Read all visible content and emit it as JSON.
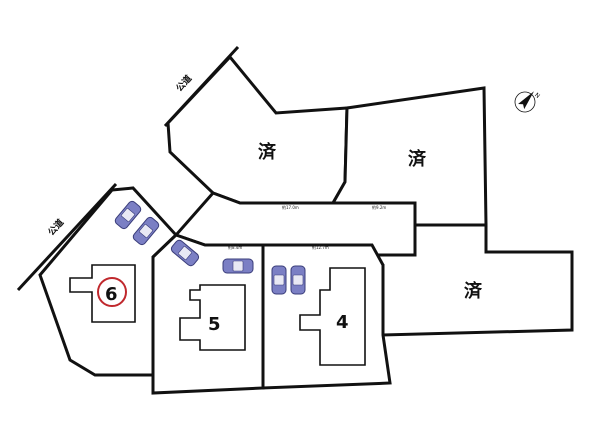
{
  "map": {
    "roads": [
      {
        "label": "公道"
      },
      {
        "label": "公道"
      }
    ],
    "lots": [
      {
        "label": "済",
        "status": "sold"
      },
      {
        "label": "済",
        "status": "sold"
      },
      {
        "label": "済",
        "status": "sold"
      },
      {
        "label": "6",
        "highlighted": true
      },
      {
        "label": "5"
      },
      {
        "label": "4"
      }
    ],
    "dimensions": [
      "約17.0m",
      "約9.2m",
      "約8.4m",
      "約12.7m"
    ],
    "compass": {
      "label": "N",
      "icon": "north-arrow-icon"
    },
    "colors": {
      "highlight_circle": "#c0282d",
      "car": "#7b7fc4",
      "boundary": "#111111"
    }
  }
}
